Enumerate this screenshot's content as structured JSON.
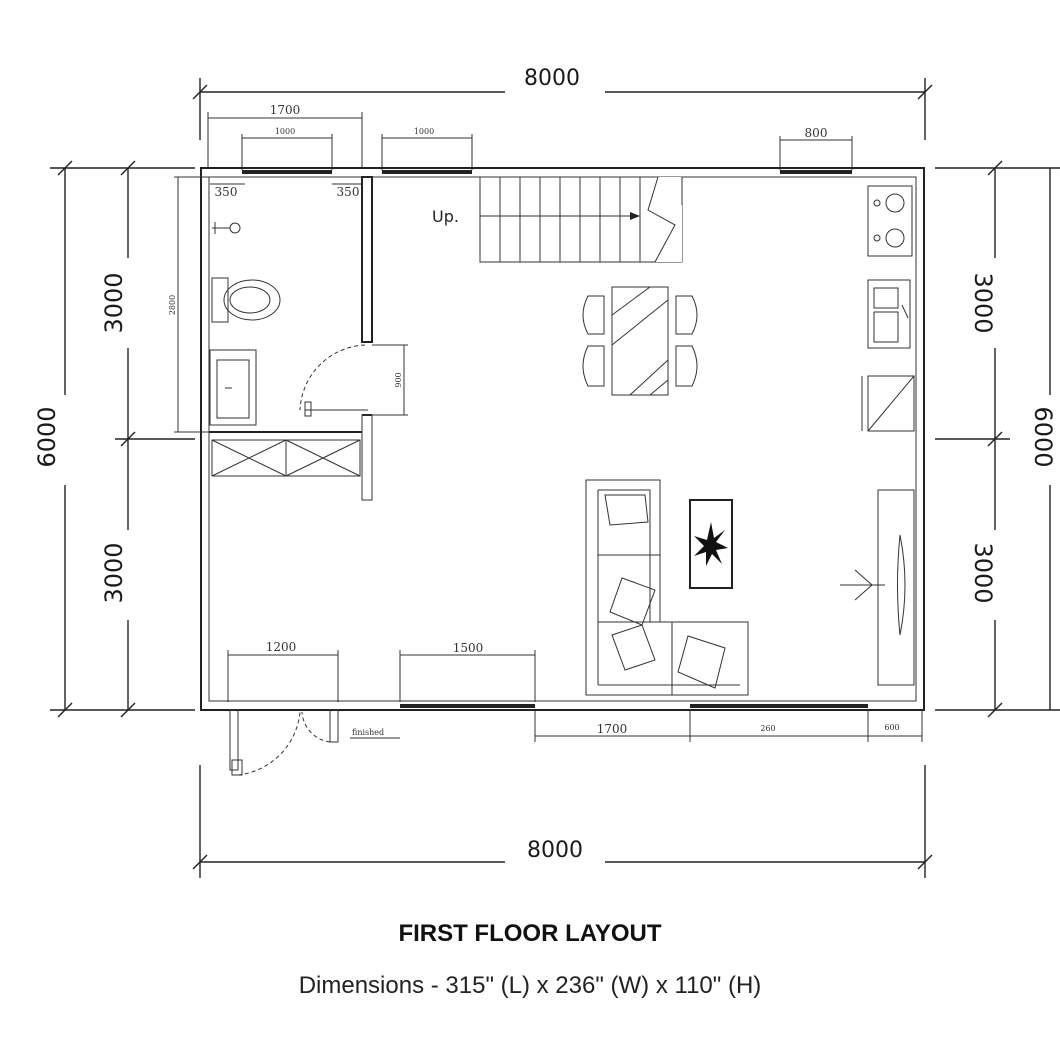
{
  "title": "FIRST FLOOR LAYOUT",
  "subtitle": "Dimensions - 315\" (L) x 236\" (W) x 110\" (H)",
  "dimensions": {
    "top_total": "8000",
    "bottom_total": "8000",
    "left_total": "6000",
    "right_total": "6000",
    "left_upper": "3000",
    "left_lower": "3000",
    "right_upper": "3000",
    "right_lower": "3000",
    "bath_width": "1700",
    "bath_window": "1000",
    "hall_window": "1000",
    "kitchen_window": "800",
    "bath_offset_left": "350",
    "bath_offset_right": "350",
    "bath_depth": "2800",
    "door_height": "900",
    "entry_door": "1200",
    "front_window": "1500",
    "bottom_mid": "1700",
    "bottom_right": "260",
    "bottom_corner": "600",
    "tiny_note": "finished"
  },
  "labels": {
    "stairs": "Up."
  }
}
